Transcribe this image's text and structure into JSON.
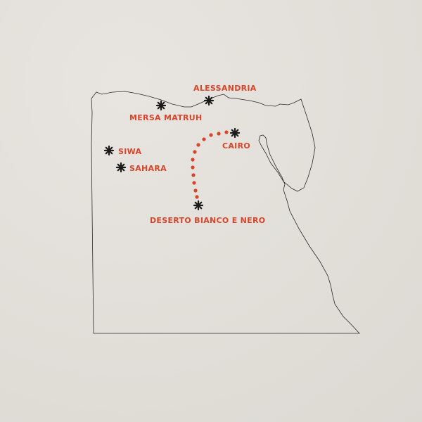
{
  "map": {
    "country_outline": "egypt",
    "colors": {
      "label": "#d9452b",
      "route": "#d9452b",
      "marker": "#1a1a1a",
      "outline": "#2a2a2a",
      "paper": "#e3e0db"
    },
    "places": [
      {
        "id": "alessandria",
        "name": "ALESSANDRIA",
        "icon": "asterisk-marker-icon"
      },
      {
        "id": "mersa-matruh",
        "name": "MERSA MATRUH",
        "icon": "asterisk-marker-icon"
      },
      {
        "id": "cairo",
        "name": "CAIRO",
        "icon": "asterisk-marker-icon"
      },
      {
        "id": "siwa",
        "name": "SIWA",
        "icon": "asterisk-marker-icon"
      },
      {
        "id": "sahara",
        "name": "SAHARA",
        "icon": "asterisk-marker-icon"
      },
      {
        "id": "deserto",
        "name": "DESERTO BIANCO E NERO",
        "icon": "asterisk-marker-icon"
      }
    ],
    "route": {
      "from": "CAIRO",
      "to": "DESERTO BIANCO E NERO",
      "style": "dotted"
    }
  }
}
